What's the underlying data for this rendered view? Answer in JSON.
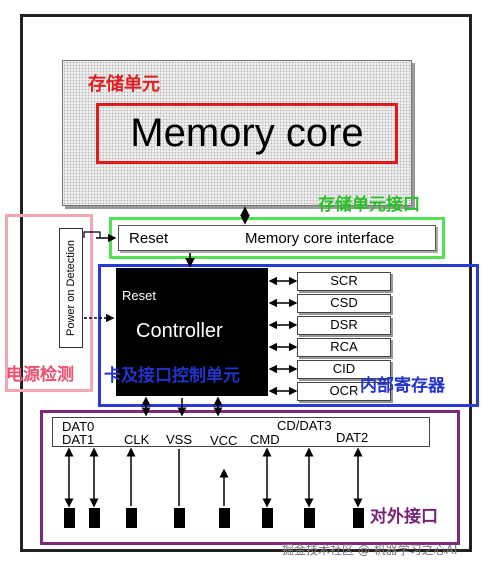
{
  "labels": {
    "memory_unit": "存储单元",
    "memory_interface_unit": "存储单元接口",
    "power_detection": "电源检测",
    "card_controller_unit": "卡及接口控制单元",
    "internal_registers": "内部寄存器",
    "external_interface": "对外接口"
  },
  "memory_core": "Memory core",
  "interface": {
    "reset": "Reset",
    "label": "Memory core interface"
  },
  "power_on_detection": "Power on Detection",
  "controller": {
    "reset": "Reset",
    "label": "Controller"
  },
  "registers": [
    "SCR",
    "CSD",
    "DSR",
    "RCA",
    "CID",
    "OCR"
  ],
  "pins": {
    "dat0": "DAT0",
    "dat1": "DAT1",
    "clk": "CLK",
    "vss": "VSS",
    "vcc": "VCC",
    "cmd": "CMD",
    "cd_dat3": "CD/DAT3",
    "dat2": "DAT2"
  },
  "watermark": "掘金技术社区 @ 机器学习之心AI",
  "colors": {
    "memory_unit": "#e02020",
    "memory_interface_unit": "#27c227",
    "power_detection": "#ee4f6f",
    "card_controller_unit": "#2233cc",
    "internal_registers": "#2233cc",
    "external_interface": "#7a1f7a"
  }
}
